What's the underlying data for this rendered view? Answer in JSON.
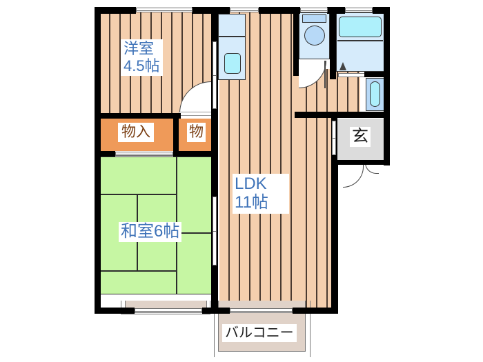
{
  "floor_plan": {
    "rooms": {
      "western_room": {
        "name": "洋室",
        "size": "4.5帖"
      },
      "storage_large": {
        "name": "物入"
      },
      "storage_small": {
        "name": "物"
      },
      "japanese_room": {
        "name": "和室6帖"
      },
      "ldk": {
        "name": "LDK",
        "size": "11帖"
      },
      "entrance": {
        "name": "玄"
      },
      "balcony": {
        "name": "バルコニー"
      }
    },
    "colors": {
      "wall": "#000000",
      "wood_floor": "#f4cfae",
      "tatami": "#c6f6a3",
      "closet": "#ef9a59",
      "wet_area": "#d6ebfb",
      "fixture": "#aef0fb",
      "entrance_floor": "#dcdcdc",
      "label_text_blue": "#3f73b8"
    }
  }
}
